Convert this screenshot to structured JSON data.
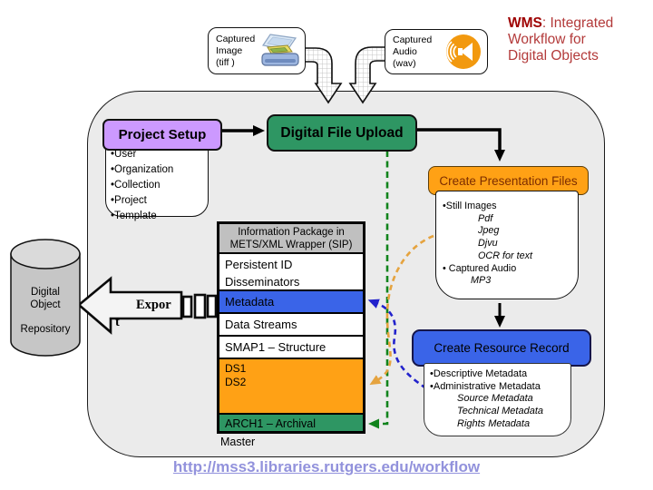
{
  "title": {
    "brand": "WMS",
    "line1_rest": ": Integrated",
    "line2": "Workflow for",
    "line3": "Digital Objects"
  },
  "sources": {
    "image": {
      "line1": "Captured",
      "line2": "Image",
      "line3": "(tiff )",
      "icon": "scanner-icon"
    },
    "audio": {
      "line1": "Captured",
      "line2": "Audio",
      "line3": "(wav)",
      "icon": "speaker-icon"
    }
  },
  "project_setup": {
    "label": "Project Setup",
    "items": [
      "•User",
      "•Organization",
      "•Collection",
      "•Project",
      "•Template"
    ]
  },
  "upload": {
    "label": "Digital File Upload"
  },
  "presentation": {
    "label": "Create Presentation Files",
    "items": [
      "•Still Images",
      "Pdf",
      "Jpeg",
      "Djvu",
      "OCR for text",
      "• Captured Audio",
      "MP3"
    ]
  },
  "sip_stack": {
    "header_line1": "Information Package in",
    "header_line2": "METS/XML  Wrapper (SIP)",
    "persistent_id": "Persistent ID",
    "disseminators": "Disseminators",
    "metadata": "Metadata",
    "data_streams": "Data Streams",
    "smap": "SMAP1 – Structure",
    "ds1": "DS1",
    "ds2": "DS2",
    "arch_line1": "ARCH1 – Archival",
    "arch_line2": "Master"
  },
  "resource_record": {
    "label": "Create Resource Record",
    "items": [
      "•Descriptive Metadata",
      "•Administrative Metadata",
      "Source Metadata",
      "Technical Metadata",
      "Rights Metadata"
    ]
  },
  "repository": {
    "label_top": "Digital Object",
    "label_bottom": "Repository"
  },
  "export": {
    "label_line1": "Expor",
    "label_line2": "t"
  },
  "footer": {
    "url": "http://mss3.libraries.rutgers.edu/workflow"
  },
  "colors": {
    "container_bg": "#EBEBEB",
    "purple": "#CC99FF",
    "green": "#2E9663",
    "orange": "#FFA115",
    "blue": "#3A64E8",
    "gray_header": "#C0C0C0",
    "title_red": "#9E0000",
    "title_red_light": "#B33A3A",
    "link": "#9292DC",
    "dash_green": "#11831C",
    "dash_blue": "#2222CC",
    "dash_orange": "#E5A33F",
    "presentation_text": "#7C2D00"
  }
}
